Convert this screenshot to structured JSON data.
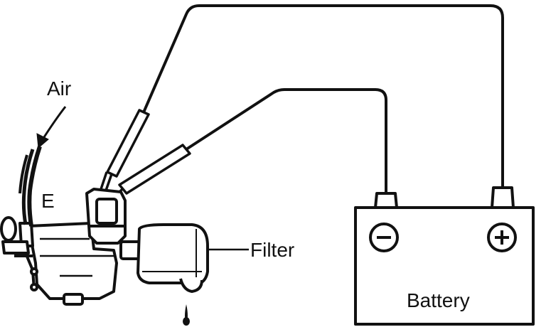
{
  "labels": {
    "air": "Air",
    "e": "E",
    "filter": "Filter",
    "battery": "Battery",
    "negative": "−",
    "positive": "+"
  },
  "colors": {
    "ink": "#111111",
    "background": "#ffffff"
  }
}
